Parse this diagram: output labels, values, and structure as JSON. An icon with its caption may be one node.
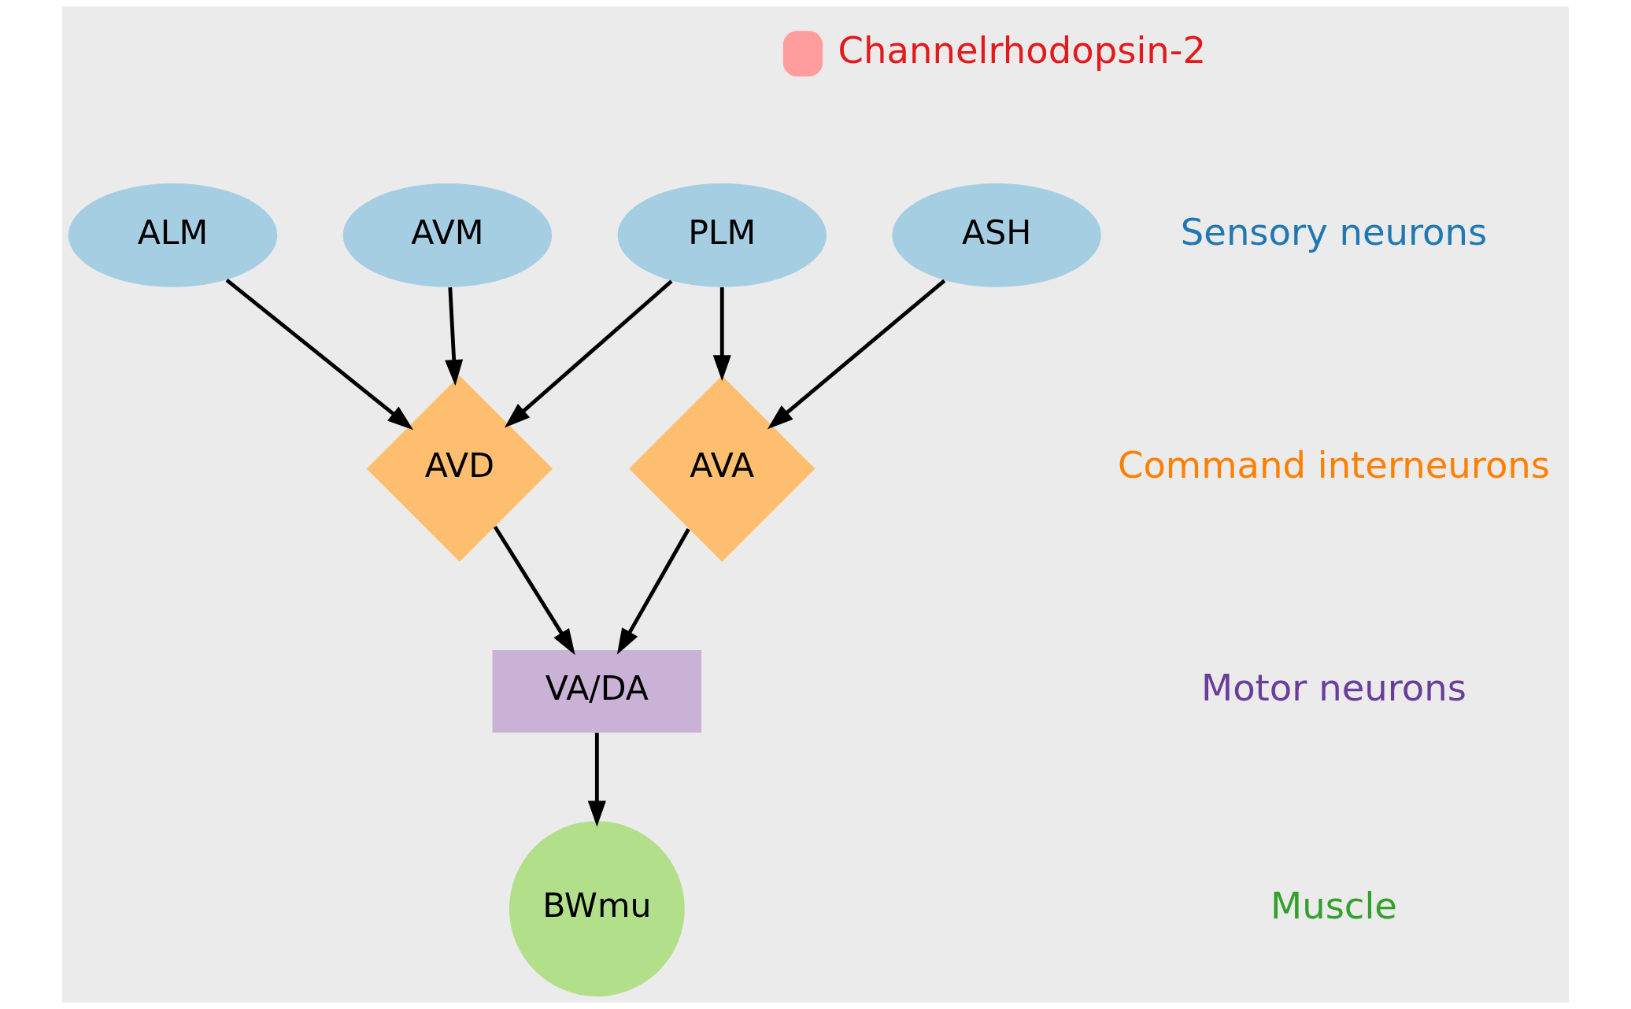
{
  "diagram": {
    "nodes": [
      {
        "text": [
          "ALM"
        ]
      },
      {
        "text": [
          "AVM"
        ]
      },
      {
        "text": [
          "PLM"
        ]
      },
      {
        "text": [
          "ASH"
        ]
      },
      {
        "text": [
          "AVD"
        ]
      },
      {
        "text": [
          "AVA"
        ]
      },
      {
        "text": [
          "VA/DA"
        ]
      },
      {
        "text": [
          "BWmu"
        ]
      }
    ],
    "edges": [
      {
        "from": 0,
        "to": 4,
        "arrow": "to"
      },
      {
        "from": 1,
        "to": 4,
        "arrow": "to"
      },
      {
        "from": 2,
        "to": 4,
        "arrow": "to"
      },
      {
        "from": 2,
        "to": 5,
        "arrow": "to"
      },
      {
        "from": 3,
        "to": 5,
        "arrow": "to"
      },
      {
        "from": 4,
        "to": 6,
        "arrow": "to"
      },
      {
        "from": 5,
        "to": 6,
        "arrow": "to"
      },
      {
        "from": 6,
        "to": 7,
        "arrow": "to"
      }
    ],
    "labels": [
      "Sensory neurons",
      "Command interneurons",
      "Motor neurons",
      "Muscle"
    ],
    "legend": [
      {
        "text": "Channelrhodopsin-2",
        "color": "#ff9d9d"
      }
    ]
  }
}
